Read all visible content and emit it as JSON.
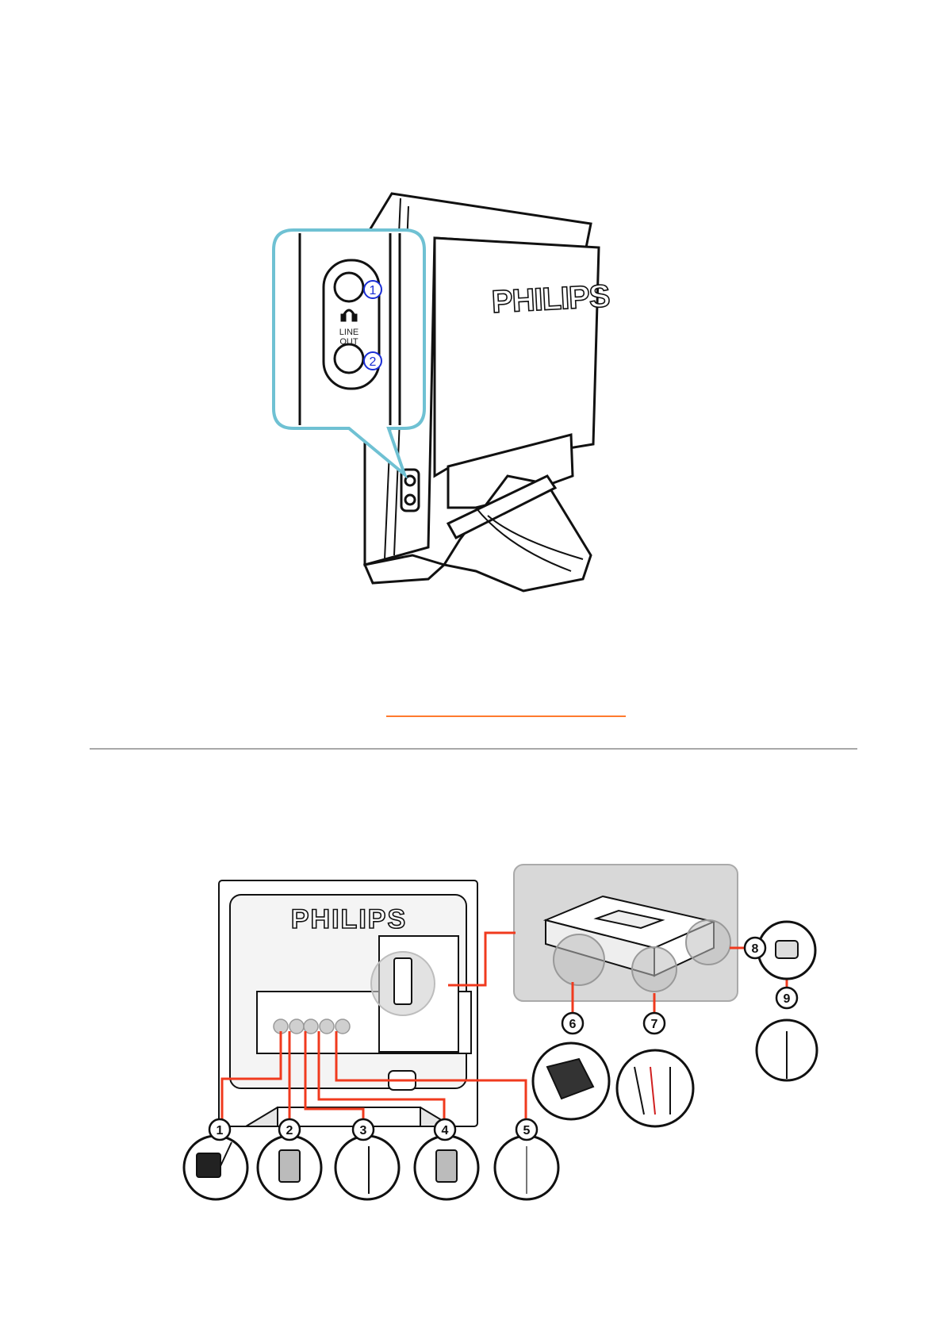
{
  "side_view": {
    "brand": "PHILIPS",
    "callouts": [
      "1",
      "2"
    ],
    "line_out_label": [
      "LINE",
      "OUT"
    ],
    "colors": {
      "callout_frame": "#6fc1d3",
      "callout_number": "#1a2ed6"
    }
  },
  "link_color": "#ff7a2e",
  "rule_color": "#a8a8a8",
  "rear_view": {
    "brand": "PHILIPS",
    "connectors": [
      "1",
      "2",
      "3",
      "4",
      "5",
      "6",
      "7",
      "8",
      "9"
    ],
    "colors": {
      "cable": "#f03a1e",
      "box_panel": "#d8d8d8"
    }
  }
}
